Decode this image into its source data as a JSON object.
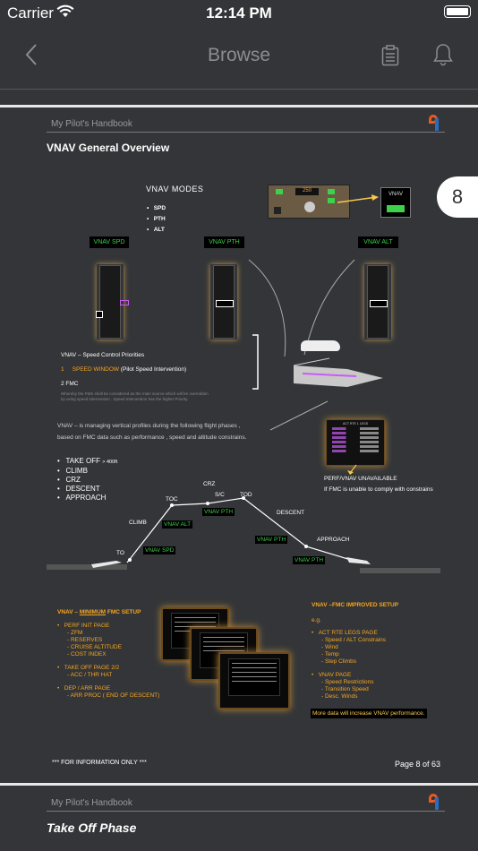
{
  "status_bar": {
    "carrier": "Carrier",
    "time": "12:14 PM"
  },
  "nav": {
    "title": "Browse",
    "back_icon": "chevron-left-icon",
    "clipboard_icon": "clipboard-icon",
    "bell_icon": "bell-icon"
  },
  "page": {
    "handbook_label": "My Pilot's Handbook",
    "title": "VNAV General Overview",
    "page_badge": "8",
    "modes": {
      "title": "VNAV  MODES",
      "items": [
        "SPD",
        "PTH",
        "ALT"
      ]
    },
    "display_badge": "VNAV",
    "tape_labels": [
      "VNAV SPD",
      "VNAV PTH",
      "VNAV ALT"
    ],
    "priorities": {
      "title": "VNAV – Speed Control Priorities",
      "item1_num": "1",
      "item1_text": "SPEED WINDOW",
      "item1_suffix": "(Pilot Speed Intervention)",
      "item2": "2   FMC",
      "note1": "Whereby the FMS shall be considered as the main source which will be overridden",
      "note2": "by using speed intervention . Speed Intervention has the higher Priority."
    },
    "description_line1": "VNAV – is managing vertical profiles during the following flight phases ,",
    "description_line2": "based on FMC data such as performance , speed and altitude constrains.",
    "perf_unavailable": "PERF/VNAV UNAVAILABLE",
    "perf_note": "If FMC is unable to comply with constrains",
    "phases": [
      "TAKE OFF",
      "CLIMB",
      "CRZ",
      "DESCENT",
      "APPROACH"
    ],
    "takeoff_note": "> 400ft",
    "profile": {
      "labels": [
        "CRZ",
        "TOC",
        "S/C",
        "TOD",
        "CLIMB",
        "DESCENT",
        "APPROACH",
        "TO"
      ],
      "green": [
        "VNAV PTH",
        "VNAV ALT",
        "VNAV SPD",
        "VNAV PTH",
        "VNAV PTH"
      ]
    },
    "min_setup": {
      "title_prefix": "VNAV – ",
      "title_underlined": "MINIMUM",
      "title_suffix": " FMC SETUP",
      "groups": [
        {
          "head": "PERF INIT PAGE",
          "lines": [
            "- ZFM",
            "- RESERVES",
            "- CRUISE ALTITUDE",
            "- COST INDEX"
          ]
        },
        {
          "head": "TAKE OFF PAGE 2/2",
          "lines": [
            "- ACC / THR HAT"
          ]
        },
        {
          "head": "DEP / ARR PAGE",
          "lines": [
            "- ARR PROC ( END OF DESCENT)"
          ]
        }
      ]
    },
    "improved_setup": {
      "title": "VNAV –FMC IMPROVED SETUP",
      "eg": "e.g.",
      "groups": [
        {
          "head": "ACT RTE LEGS PAGE",
          "lines": [
            "- Speed / ALT Constrains",
            "- Wind",
            "- Temp",
            "- Step Climbs"
          ]
        },
        {
          "head": "VNAV PAGE",
          "lines": [
            "- Speed Restrictions",
            "- Transition Speed",
            "- Desc. Winds"
          ]
        }
      ],
      "footer": "More data will increase VNAV performance."
    },
    "footer_left": "*** FOR INFORMATION ONLY ***",
    "footer_right": "Page 8 of 63"
  },
  "next_page": {
    "handbook_label": "My Pilot's Handbook",
    "title": "Take Off Phase"
  }
}
